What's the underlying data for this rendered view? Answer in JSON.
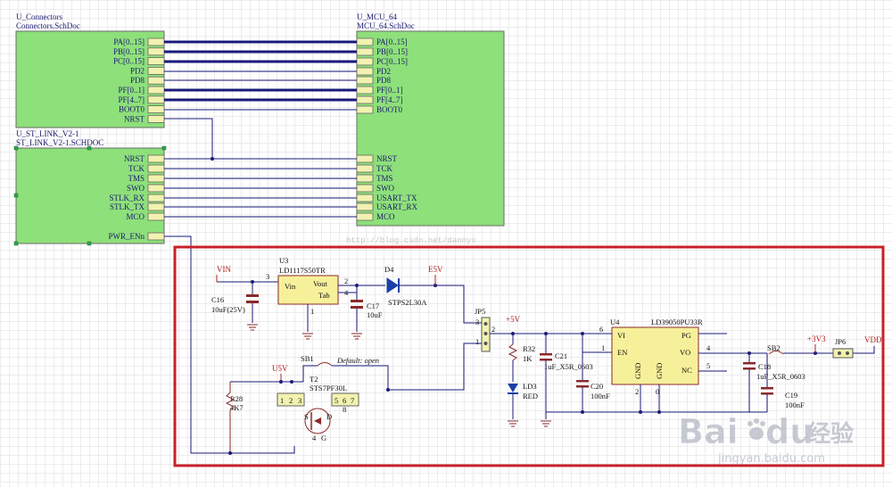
{
  "connectors_sheet": {
    "designator": "U_Connectors",
    "filename": "Connectors.SchDoc",
    "ports": [
      "PA[0..15]",
      "PB[0..15]",
      "PC[0..15]",
      "PD2",
      "PD8",
      "PF[0..1]",
      "PF[4..7]",
      "BOOT0",
      "NRST"
    ]
  },
  "mcu_sheet": {
    "designator": "U_MCU_64",
    "filename": "MCU_64.SchDoc",
    "ports": [
      "PA[0..15]",
      "PB[0..15]",
      "PC[0..15]",
      "PD2",
      "PD8",
      "PF[0..1]",
      "PF[4..7]",
      "BOOT0",
      "NRST",
      "TCK",
      "TMS",
      "SWO",
      "USART_TX",
      "USART_RX",
      "MCO"
    ]
  },
  "stlink_sheet": {
    "designator": "U_ST_LINK_V2-1",
    "filename": "ST_LINK_V2-1.SCHDOC",
    "ports": [
      "NRST",
      "TCK",
      "TMS",
      "SWO",
      "STLK_RX",
      "STLK_TX",
      "MCO",
      "PWR_ENn"
    ]
  },
  "watermark_url": "http://blog.csdn.net/dannyx",
  "power_section": {
    "vin": "VIN",
    "u3": {
      "designator": "U3",
      "part": "LD1117S50TR",
      "pin_in": "Vin",
      "pin_out": "Vout",
      "pin_tab": "Tab",
      "p3": "3",
      "p2": "2",
      "p4": "4",
      "p1": "1"
    },
    "c16": {
      "designator": "C16",
      "value": "10uF(25V)"
    },
    "c17": {
      "designator": "C17",
      "value": "10uF"
    },
    "d4": {
      "designator": "D4",
      "part": "STPS2L30A"
    },
    "e5v": "E5V",
    "u5v": "U5V",
    "sb1": {
      "designator": "SB1",
      "note": "Default: open"
    },
    "t2": {
      "designator": "T2",
      "part": "STS7PF30L",
      "pins": [
        "1",
        "2",
        "3",
        "4",
        "5",
        "6",
        "7",
        "8"
      ],
      "s_label": "S",
      "d_label": "D",
      "g_label": "G"
    },
    "r28": {
      "designator": "R28",
      "value": "4K7"
    },
    "jp5": {
      "designator": "JP5",
      "pins": [
        "3",
        "2",
        "1"
      ]
    },
    "p5v": "+5V",
    "r32": {
      "designator": "R32",
      "value": "1K"
    },
    "ld3": {
      "designator": "LD3",
      "value": "RED"
    },
    "c21": {
      "designator": "C21",
      "value": "1uF_X5R_0603"
    },
    "c20": {
      "designator": "C20",
      "value": "100nF"
    },
    "u4": {
      "designator": "U4",
      "part": "LD39050PU33R",
      "pins": {
        "vi": "VI",
        "en": "EN",
        "gnd1": "GND",
        "gnd2": "GND",
        "pg": "PG",
        "vo": "VO",
        "nc": "NC"
      },
      "pin_nums": {
        "p6": "6",
        "p1": "1",
        "p2": "2",
        "p0": "0",
        "p4": "4",
        "p5": "5"
      }
    },
    "sb2": "SB2",
    "p3v3": "+3V3",
    "c18": {
      "designator": "C18",
      "value": "1uF_X5R_0603"
    },
    "c19": {
      "designator": "C19",
      "value": "100nF"
    },
    "jp6": "JP6",
    "vdd": "VDD"
  },
  "brand_watermark": {
    "logo": "Bai",
    "logo2": "du",
    "cn": "经验",
    "site": "jingyan.baidu.com"
  },
  "colors": {
    "sheet_fill": "#8ee07a",
    "wire": "#1a1a7a",
    "highlight_box": "#c8202a",
    "power_label": "#b02020"
  }
}
